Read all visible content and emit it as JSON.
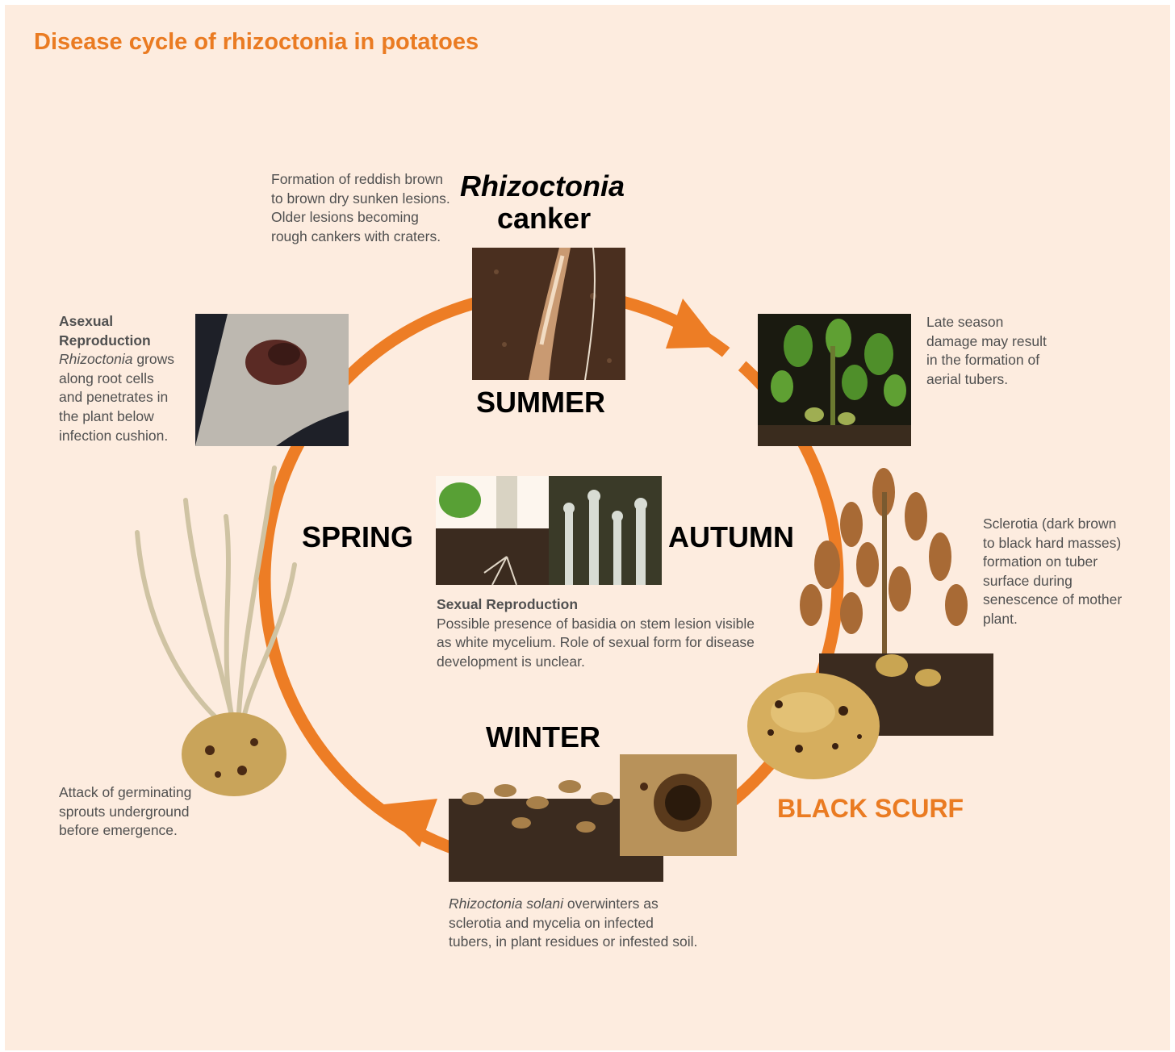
{
  "title": "Disease cycle of rhizoctonia in potatoes",
  "stages": {
    "summer": {
      "heading_italic": "Rhizoctonia",
      "heading": "canker",
      "season": "SUMMER",
      "note": "Formation of reddish brown to brown dry sunken lesions. Older lesions becoming rough cankers with craters."
    },
    "late_summer": {
      "note": "Late season damage may result in the formation of aerial tubers."
    },
    "autumn": {
      "season": "AUTUMN",
      "note": "Sclerotia (dark brown to black hard masses) formation on tuber surface during senescence of mother plant.",
      "disease_label": "BLACK SCURF"
    },
    "winter": {
      "season": "WINTER",
      "note_italic": "Rhizoctonia solani",
      "note": "overwinters as sclerotia and mycelia on infected tubers, in plant residues or infested soil."
    },
    "spring": {
      "season": "SPRING",
      "note": "Attack of germinating sprouts underground before emergence."
    },
    "asexual": {
      "heading": "Asexual Reproduction",
      "note_italic": "Rhizoctonia",
      "note": "grows along root cells and penetrates in the plant below infection cushion."
    },
    "sexual": {
      "heading": "Sexual Reproduction",
      "note": "Possible presence of basidia on stem lesion visible as white mycelium. Role of sexual form for disease development is unclear."
    }
  },
  "colors": {
    "background": "#fdecdf",
    "accent": "#ea7b22",
    "cycle_arrow": "#ed7d25",
    "text": "#505050"
  }
}
